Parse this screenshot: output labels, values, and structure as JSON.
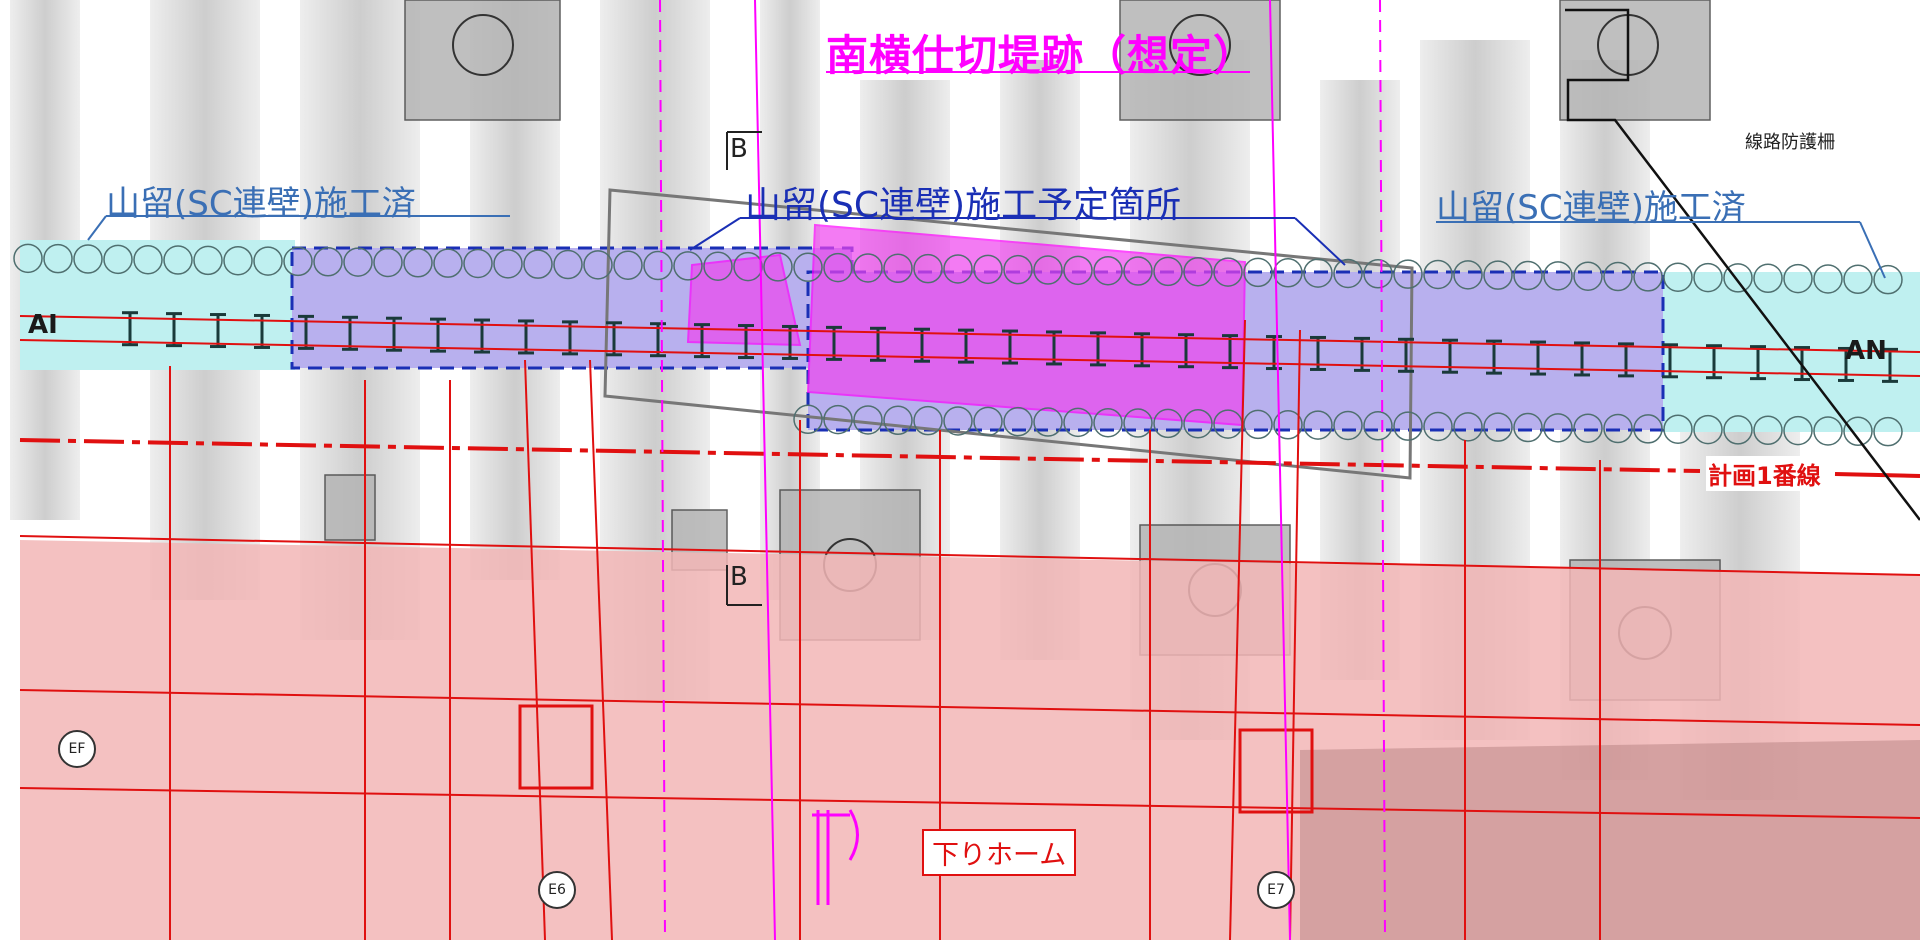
{
  "title": "南横仕切堤跡（想定）",
  "labels": {
    "retaining_done_left": "山留(SC連壁)施工済",
    "retaining_planned": "山留(SC連壁)施工予定箇所",
    "retaining_done_right": "山留(SC連壁)施工済",
    "track_fence": "線路防護柵",
    "planned_line_1": "計画1番線",
    "down_platform": "下りホーム",
    "section_mark_top": "B",
    "section_mark_bottom": "B",
    "pile_tag_left": "AI",
    "pile_tag_right": "AN"
  },
  "grid_nodes": {
    "ef": "EF",
    "e6": "E6",
    "e7": "E7"
  },
  "colors": {
    "title_magenta": "#ff00ff",
    "planned_blue": "#1a2fb5",
    "done_blue": "#3a6fb5",
    "red_line": "#e01010",
    "platform_fill": "#f2b6b6",
    "wall_cyan": "#bff0f0",
    "planned_fill": "#b8b0ee",
    "structure_gray": "#9a9a9a"
  }
}
